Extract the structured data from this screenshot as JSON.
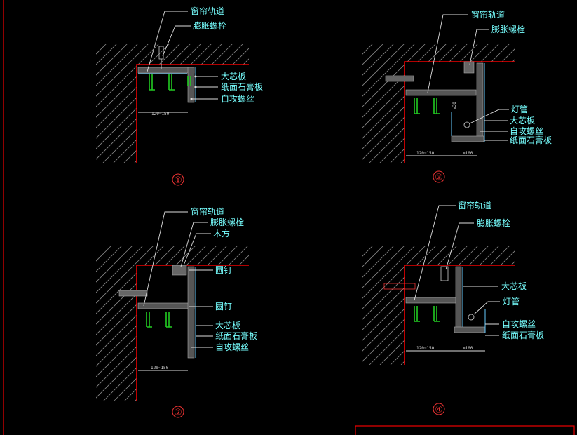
{
  "details": [
    {
      "number": "①",
      "labels": [
        "窗帘轨道",
        "膨胀螺栓",
        "大芯板",
        "纸面石膏板",
        "自攻螺丝"
      ],
      "dims": [
        "120~150"
      ]
    },
    {
      "number": "②",
      "labels": [
        "窗帘轨道",
        "膨胀螺栓",
        "木方",
        "圆钉",
        "圆钉",
        "大芯板",
        "纸面石膏板",
        "自攻螺丝"
      ],
      "dims": [
        "120~150"
      ]
    },
    {
      "number": "③",
      "labels": [
        "窗帘轨道",
        "膨胀螺栓",
        "灯管",
        "大芯板",
        "自攻螺丝",
        "纸面石膏板"
      ],
      "dims": [
        "120~150",
        "≥100",
        "≥30"
      ]
    },
    {
      "number": "④",
      "labels": [
        "窗帘轨道",
        "膨胀螺栓",
        "大芯板",
        "灯管",
        "自攻螺丝",
        "纸面石膏板"
      ],
      "dims": [
        "120~150",
        "≥100"
      ]
    }
  ],
  "colors": {
    "wall": "#e00000",
    "labels": "#77ffff",
    "rail": "#22cc22",
    "hatch": "#888888"
  }
}
